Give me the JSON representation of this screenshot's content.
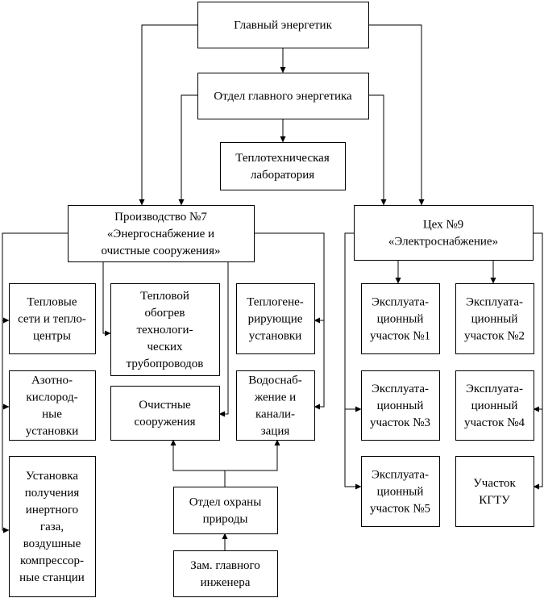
{
  "colors": {
    "stroke": "#000000",
    "fill": "#ffffff",
    "text": "#000000"
  },
  "nodes": {
    "chief_energetic": {
      "lines": [
        "Главный энергетик"
      ]
    },
    "chief_energetic_dept": {
      "lines": [
        "Отдел главного энергетика"
      ]
    },
    "heat_lab": {
      "lines": [
        "Теплотехническая",
        "лаборатория"
      ]
    },
    "production7": {
      "lines": [
        "Производство №7",
        "«Энергоснабжение и",
        "очистные сооружения»"
      ]
    },
    "workshop9": {
      "lines": [
        "Цех №9",
        "«Электроснабжение»"
      ]
    },
    "heat_networks": {
      "lines": [
        "Тепловые",
        "сети и тепло-",
        "центры"
      ]
    },
    "nitrogen_oxygen": {
      "lines": [
        "Азотно-",
        "кислород-",
        "ные",
        "установки"
      ]
    },
    "inert_gas": {
      "lines": [
        "Установка",
        "получения",
        "инертного",
        "газа,",
        "воздушные",
        "компрессор-",
        "ные станции"
      ]
    },
    "pipeline_heating": {
      "lines": [
        "Тепловой",
        "обогрев",
        "технологи-",
        "ческих",
        "трубопроводов"
      ]
    },
    "treatment": {
      "lines": [
        "Очистные",
        "сооружения"
      ]
    },
    "heat_generating": {
      "lines": [
        "Теплогене-",
        "рирующие",
        "установки"
      ]
    },
    "water_supply": {
      "lines": [
        "Водоснаб-",
        "жение и",
        "канали-",
        "зация"
      ]
    },
    "env_protection": {
      "lines": [
        "Отдел охраны",
        "природы"
      ]
    },
    "deputy_engineer": {
      "lines": [
        "Зам. главного",
        "инженера"
      ]
    },
    "site1": {
      "lines": [
        "Эксплуата-",
        "ционный",
        "участок №1"
      ]
    },
    "site2": {
      "lines": [
        "Эксплуата-",
        "ционный",
        "участок №2"
      ]
    },
    "site3": {
      "lines": [
        "Эксплуата-",
        "ционный",
        "участок №3"
      ]
    },
    "site4": {
      "lines": [
        "Эксплуата-",
        "ционный",
        "участок №4"
      ]
    },
    "site5": {
      "lines": [
        "Эксплуата-",
        "ционный",
        "участок №5"
      ]
    },
    "kgtu": {
      "lines": [
        "Участок",
        "КГТУ"
      ]
    }
  },
  "edges": [
    {
      "from": "chief_energetic",
      "to": "chief_energetic_dept"
    },
    {
      "from": "chief_energetic",
      "to": "production7"
    },
    {
      "from": "chief_energetic",
      "to": "workshop9"
    },
    {
      "from": "chief_energetic_dept",
      "to": "heat_lab"
    },
    {
      "from": "chief_energetic_dept",
      "to": "production7"
    },
    {
      "from": "chief_energetic_dept",
      "to": "workshop9"
    },
    {
      "from": "production7",
      "to": "heat_networks"
    },
    {
      "from": "production7",
      "to": "nitrogen_oxygen"
    },
    {
      "from": "production7",
      "to": "inert_gas"
    },
    {
      "from": "production7",
      "to": "pipeline_heating"
    },
    {
      "from": "production7",
      "to": "treatment"
    },
    {
      "from": "production7",
      "to": "heat_generating"
    },
    {
      "from": "production7",
      "to": "water_supply"
    },
    {
      "from": "workshop9",
      "to": "site1"
    },
    {
      "from": "workshop9",
      "to": "site2"
    },
    {
      "from": "workshop9",
      "to": "site3"
    },
    {
      "from": "workshop9",
      "to": "site4"
    },
    {
      "from": "workshop9",
      "to": "site5"
    },
    {
      "from": "workshop9",
      "to": "kgtu"
    },
    {
      "from": "env_protection",
      "to": "treatment"
    },
    {
      "from": "env_protection",
      "to": "water_supply"
    },
    {
      "from": "deputy_engineer",
      "to": "env_protection"
    }
  ]
}
